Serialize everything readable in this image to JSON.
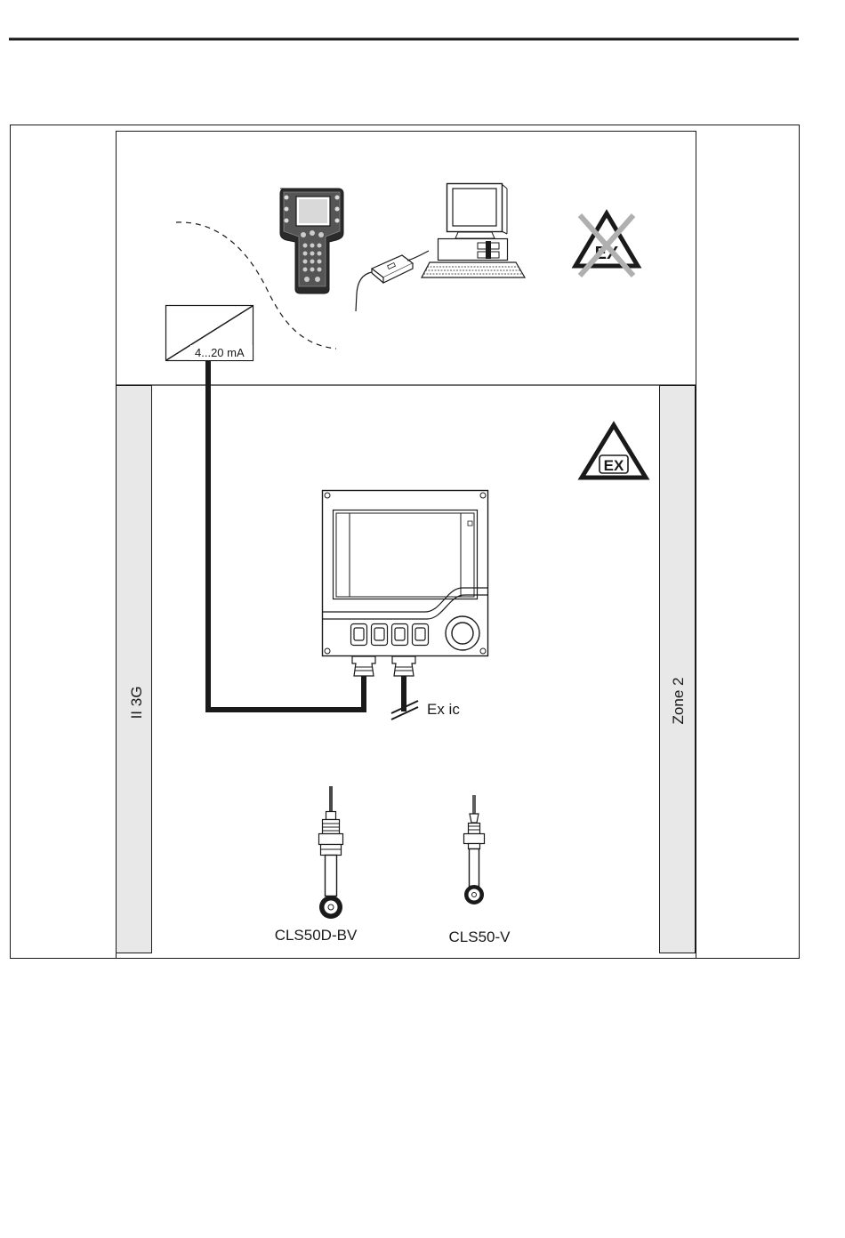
{
  "labels": {
    "signal": "4...20 mA",
    "cable": "Ex ic",
    "zone_left": "II 3G",
    "zone_right": "Zone 2",
    "sensor_1": "CLS50D-BV",
    "sensor_2": "CLS50-V",
    "ex_symbol": "EX",
    "ex_symbol_crossed": "EX"
  },
  "colors": {
    "line": "#1a1a1a",
    "zone_fill": "#e8e8e8",
    "cross": "#b0b0b0",
    "device_fill": "#ffffff"
  }
}
